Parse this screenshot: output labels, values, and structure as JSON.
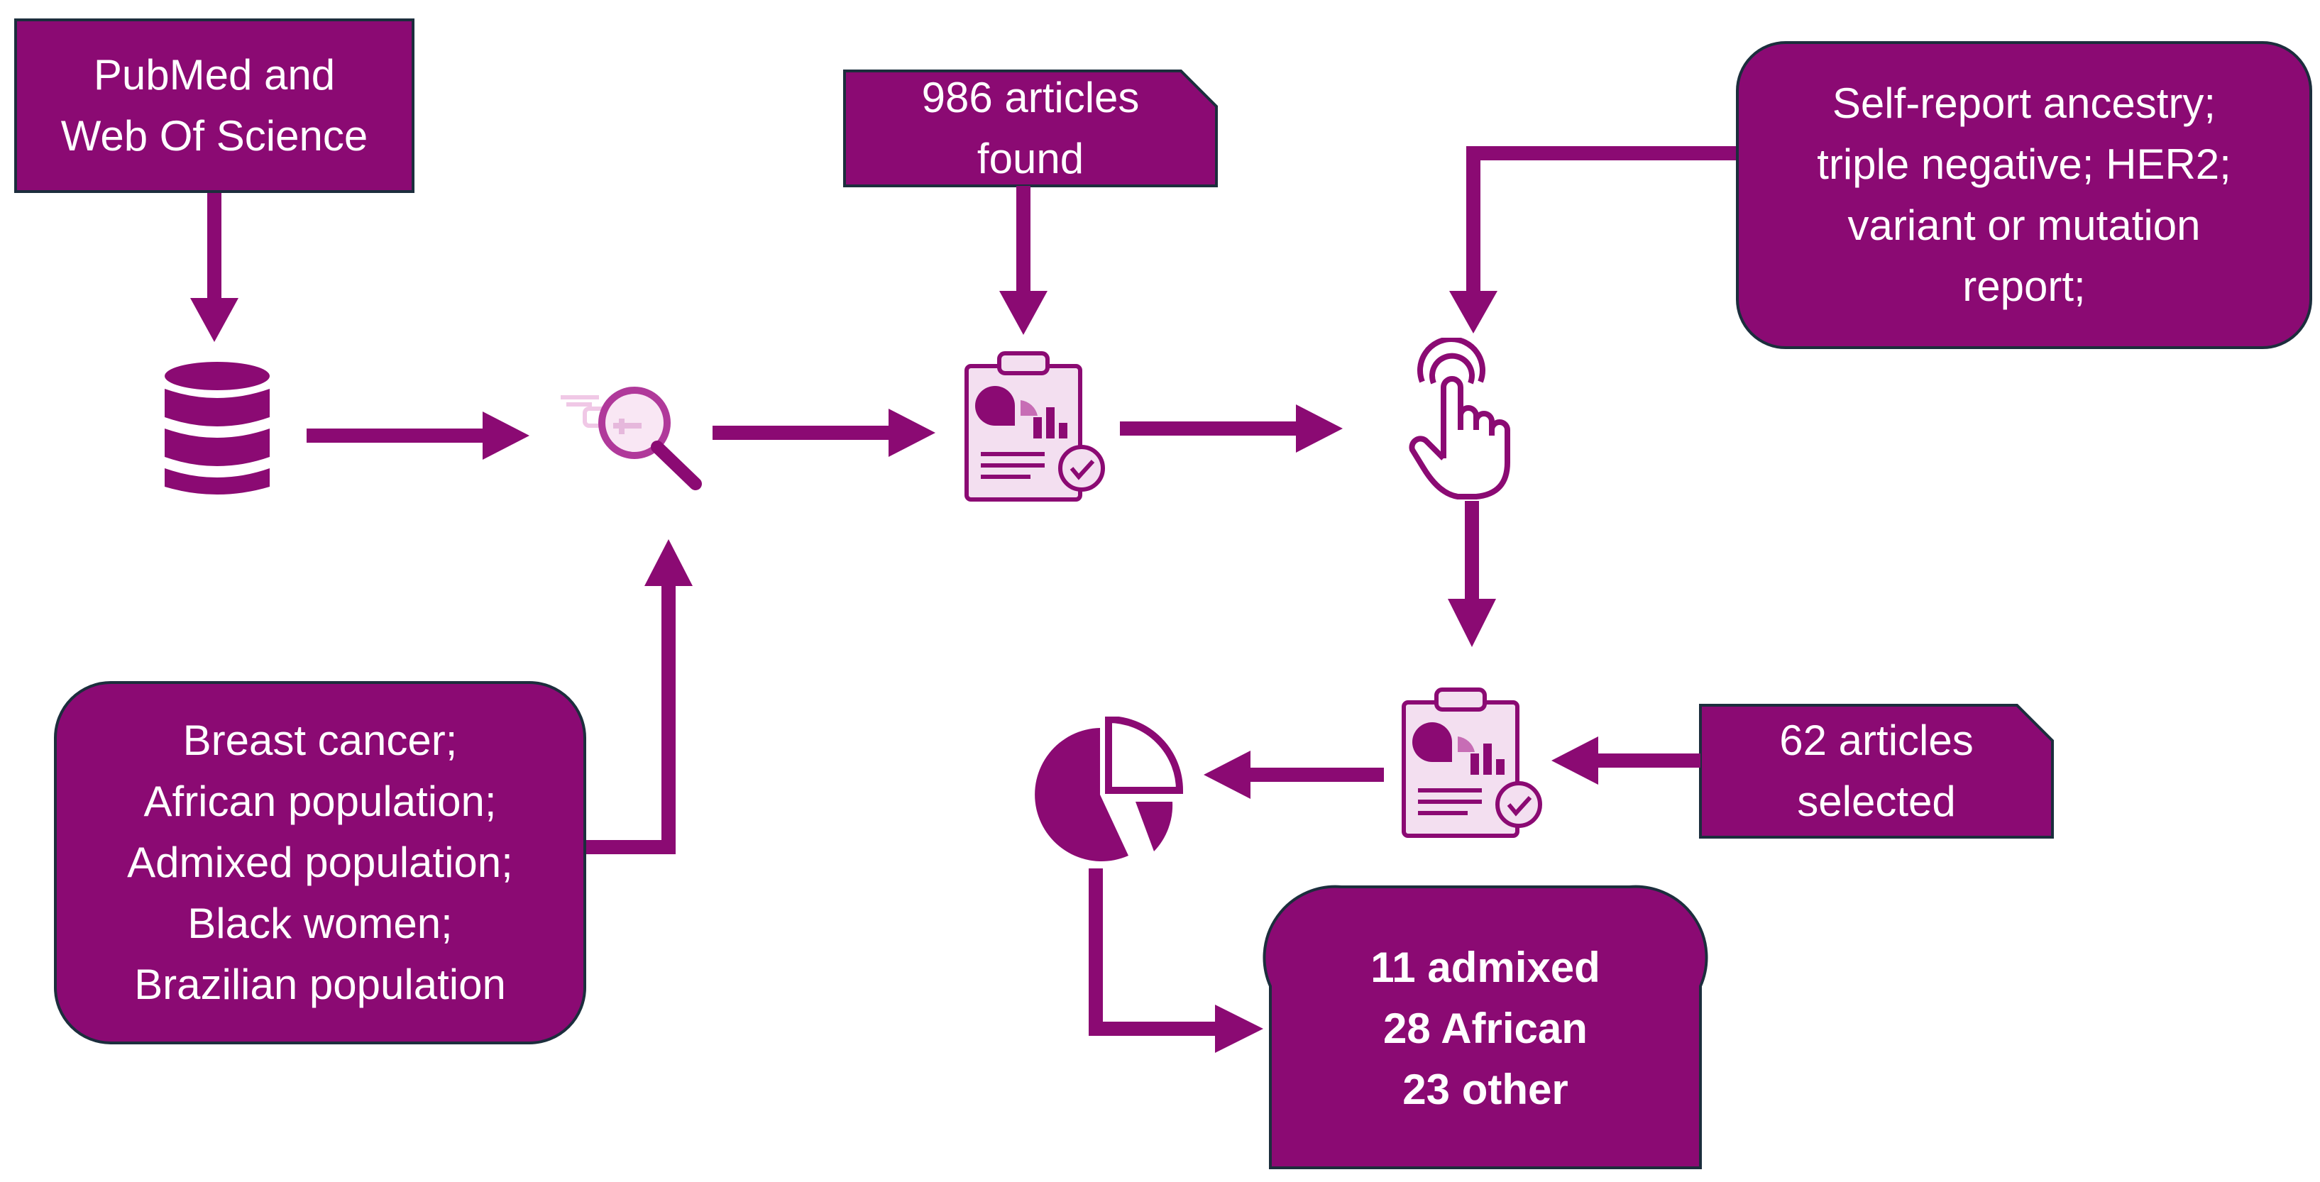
{
  "boxes": {
    "sources": {
      "lines": [
        "PubMed and",
        "Web Of Science"
      ]
    },
    "found": {
      "lines": [
        "986 articles",
        "found"
      ]
    },
    "criteria": {
      "lines": [
        "Self-report ancestry;",
        "triple negative; HER2;",
        "variant or mutation",
        "report;"
      ]
    },
    "keywords": {
      "lines": [
        "Breast cancer;",
        "African population;",
        "Admixed population;",
        "Black women;",
        "Brazilian population"
      ]
    },
    "selected": {
      "lines": [
        "62 articles",
        "selected"
      ]
    },
    "results": {
      "lines": [
        "11 admixed",
        "28 African",
        "23 other"
      ]
    }
  },
  "icons": [
    "database-icon",
    "search-icon",
    "report-clipboard-icon",
    "touch-hand-icon",
    "report-clipboard-icon",
    "pie-chart-icon"
  ],
  "colors": {
    "primary": "#8b0a73",
    "light": "#f3dff0",
    "border": "#1c2e3d",
    "text": "#ffffff"
  }
}
